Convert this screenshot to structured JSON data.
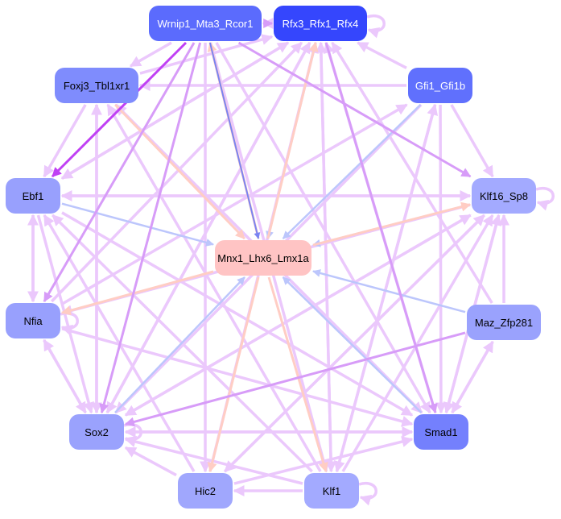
{
  "nodes": [
    {
      "id": "Wrnip1_Mta3_Rcor1",
      "color": "#5b6bfd",
      "text_color": "#ffffff"
    },
    {
      "id": "Rfx3_Rfx1_Rfx4",
      "color": "#3546fd",
      "text_color": "#ffffff"
    },
    {
      "id": "Gfi1_Gfi1b",
      "color": "#6070fd",
      "text_color": "#ffffff"
    },
    {
      "id": "Foxj3_Tbl1xr1",
      "color": "#7f8cfd",
      "text_color": "#000000"
    },
    {
      "id": "Klf16_Sp8",
      "color": "#a3aaff",
      "text_color": "#000000"
    },
    {
      "id": "Ebf1",
      "color": "#98a0fd",
      "text_color": "#000000"
    },
    {
      "id": "Mnx1_Lhx6_Lmx1a",
      "color": "#ffc4c4",
      "text_color": "#000000"
    },
    {
      "id": "Nfia",
      "color": "#98a0fd",
      "text_color": "#000000"
    },
    {
      "id": "Maz_Zfp281",
      "color": "#9aa2fd",
      "text_color": "#000000"
    },
    {
      "id": "Sox2",
      "color": "#9aa2fd",
      "text_color": "#000000"
    },
    {
      "id": "Smad1",
      "color": "#7480fd",
      "text_color": "#000000"
    },
    {
      "id": "Hic2",
      "color": "#a0a7fd",
      "text_color": "#000000"
    },
    {
      "id": "Klf1",
      "color": "#a3aaff",
      "text_color": "#000000"
    }
  ],
  "edge_colors": {
    "light": "#ebc8fc",
    "medium": "#d79cf8",
    "strong": "#c040f4",
    "blue": "#bcc6fc",
    "blue_strong": "#7a84f2",
    "peach": "#ffcdc4"
  },
  "edges": [
    [
      "Wrnip1_Mta3_Rcor1",
      "Ebf1",
      "strong"
    ],
    [
      "Wrnip1_Mta3_Rcor1",
      "Klf16_Sp8",
      "medium"
    ],
    [
      "Wrnip1_Mta3_Rcor1",
      "Mnx1_Lhx6_Lmx1a",
      "blue_strong"
    ],
    [
      "Mnx1_Lhx6_Lmx1a",
      "Wrnip1_Mta3_Rcor1",
      "peach"
    ],
    [
      "Wrnip1_Mta3_Rcor1",
      "Rfx3_Rfx1_Rfx4",
      "medium"
    ],
    [
      "Rfx3_Rfx1_Rfx4",
      "Wrnip1_Mta3_Rcor1",
      "light"
    ],
    [
      "Rfx3_Rfx1_Rfx4",
      "Rfx3_Rfx1_Rfx4",
      "light"
    ],
    [
      "Gfi1_Gfi1b",
      "Mnx1_Lhx6_Lmx1a",
      "blue"
    ],
    [
      "Rfx3_Rfx1_Rfx4",
      "Mnx1_Lhx6_Lmx1a",
      "blue"
    ],
    [
      "Mnx1_Lhx6_Lmx1a",
      "Rfx3_Rfx1_Rfx4",
      "peach"
    ],
    [
      "Ebf1",
      "Mnx1_Lhx6_Lmx1a",
      "blue"
    ],
    [
      "Klf16_Sp8",
      "Mnx1_Lhx6_Lmx1a",
      "blue"
    ],
    [
      "Mnx1_Lhx6_Lmx1a",
      "Klf16_Sp8",
      "peach"
    ],
    [
      "Maz_Zfp281",
      "Mnx1_Lhx6_Lmx1a",
      "blue"
    ],
    [
      "Smad1",
      "Mnx1_Lhx6_Lmx1a",
      "blue"
    ],
    [
      "Sox2",
      "Mnx1_Lhx6_Lmx1a",
      "blue"
    ],
    [
      "Mnx1_Lhx6_Lmx1a",
      "Nfia",
      "peach"
    ],
    [
      "Mnx1_Lhx6_Lmx1a",
      "Hic2",
      "peach"
    ],
    [
      "Mnx1_Lhx6_Lmx1a",
      "Klf1",
      "peach"
    ],
    [
      "Foxj3_Tbl1xr1",
      "Mnx1_Lhx6_Lmx1a",
      "peach"
    ],
    [
      "Maz_Zfp281",
      "Sox2",
      "medium"
    ],
    [
      "Wrnip1_Mta3_Rcor1",
      "Sox2",
      "medium"
    ],
    [
      "Wrnip1_Mta3_Rcor1",
      "Foxj3_Tbl1xr1",
      "light"
    ],
    [
      "Foxj3_Tbl1xr1",
      "Rfx3_Rfx1_Rfx4",
      "light"
    ],
    [
      "Gfi1_Gfi1b",
      "Rfx3_Rfx1_Rfx4",
      "light"
    ],
    [
      "Gfi1_Gfi1b",
      "Foxj3_Tbl1xr1",
      "light"
    ],
    [
      "Gfi1_Gfi1b",
      "Klf16_Sp8",
      "light"
    ],
    [
      "Ebf1",
      "Klf16_Sp8",
      "light"
    ],
    [
      "Klf16_Sp8",
      "Ebf1",
      "light"
    ],
    [
      "Klf16_Sp8",
      "Klf16_Sp8",
      "light"
    ],
    [
      "Ebf1",
      "Nfia",
      "light"
    ],
    [
      "Nfia",
      "Ebf1",
      "light"
    ],
    [
      "Nfia",
      "Nfia",
      "light"
    ],
    [
      "Nfia",
      "Sox2",
      "light"
    ],
    [
      "Sox2",
      "Nfia",
      "light"
    ],
    [
      "Sox2",
      "Sox2",
      "light"
    ],
    [
      "Sox2",
      "Smad1",
      "light"
    ],
    [
      "Smad1",
      "Sox2",
      "light"
    ],
    [
      "Klf1",
      "Hic2",
      "light"
    ],
    [
      "Klf1",
      "Klf1",
      "light"
    ],
    [
      "Klf1",
      "Sox2",
      "light"
    ],
    [
      "Hic2",
      "Sox2",
      "light"
    ],
    [
      "Hic2",
      "Smad1",
      "light"
    ],
    [
      "Klf1",
      "Rfx3_Rfx1_Rfx4",
      "light"
    ],
    [
      "Klf1",
      "Gfi1_Gfi1b",
      "light"
    ],
    [
      "Klf1",
      "Klf16_Sp8",
      "light"
    ],
    [
      "Klf1",
      "Ebf1",
      "light"
    ],
    [
      "Klf1",
      "Foxj3_Tbl1xr1",
      "light"
    ],
    [
      "Hic2",
      "Rfx3_Rfx1_Rfx4",
      "light"
    ],
    [
      "Hic2",
      "Ebf1",
      "light"
    ],
    [
      "Hic2",
      "Klf16_Sp8",
      "light"
    ],
    [
      "Wrnip1_Mta3_Rcor1",
      "Hic2",
      "light"
    ],
    [
      "Wrnip1_Mta3_Rcor1",
      "Klf1",
      "light"
    ],
    [
      "Wrnip1_Mta3_Rcor1",
      "Smad1",
      "light"
    ],
    [
      "Wrnip1_Mta3_Rcor1",
      "Nfia",
      "medium"
    ],
    [
      "Smad1",
      "Rfx3_Rfx1_Rfx4",
      "light"
    ],
    [
      "Smad1",
      "Foxj3_Tbl1xr1",
      "light"
    ],
    [
      "Smad1",
      "Klf16_Sp8",
      "light"
    ],
    [
      "Maz_Zfp281",
      "Klf16_Sp8",
      "light"
    ],
    [
      "Maz_Zfp281",
      "Smad1",
      "light"
    ],
    [
      "Smad1",
      "Maz_Zfp281",
      "light"
    ],
    [
      "Maz_Zfp281",
      "Rfx3_Rfx1_Rfx4",
      "light"
    ],
    [
      "Sox2",
      "Rfx3_Rfx1_Rfx4",
      "light"
    ],
    [
      "Sox2",
      "Klf16_Sp8",
      "light"
    ],
    [
      "Sox2",
      "Foxj3_Tbl1xr1",
      "light"
    ],
    [
      "Foxj3_Tbl1xr1",
      "Sox2",
      "light"
    ],
    [
      "Foxj3_Tbl1xr1",
      "Smad1",
      "light"
    ],
    [
      "Foxj3_Tbl1xr1",
      "Ebf1",
      "light"
    ],
    [
      "Ebf1",
      "Smad1",
      "light"
    ],
    [
      "Ebf1",
      "Rfx3_Rfx1_Rfx4",
      "light"
    ],
    [
      "Ebf1",
      "Sox2",
      "light"
    ],
    [
      "Nfia",
      "Rfx3_Rfx1_Rfx4",
      "light"
    ],
    [
      "Nfia",
      "Smad1",
      "light"
    ],
    [
      "Nfia",
      "Gfi1_Gfi1b",
      "light"
    ],
    [
      "Gfi1_Gfi1b",
      "Smad1",
      "light"
    ],
    [
      "Gfi1_Gfi1b",
      "Sox2",
      "light"
    ],
    [
      "Gfi1_Gfi1b",
      "Klf1",
      "light"
    ],
    [
      "Rfx3_Rfx1_Rfx4",
      "Klf1",
      "light"
    ],
    [
      "Rfx3_Rfx1_Rfx4",
      "Smad1",
      "medium"
    ],
    [
      "Rfx3_Rfx1_Rfx4",
      "Sox2",
      "light"
    ],
    [
      "Rfx3_Rfx1_Rfx4",
      "Ebf1",
      "light"
    ],
    [
      "Klf16_Sp8",
      "Sox2",
      "light"
    ],
    [
      "Klf16_Sp8",
      "Smad1",
      "light"
    ],
    [
      "Klf16_Sp8",
      "Nfia",
      "light"
    ],
    [
      "Klf16_Sp8",
      "Hic2",
      "light"
    ]
  ]
}
